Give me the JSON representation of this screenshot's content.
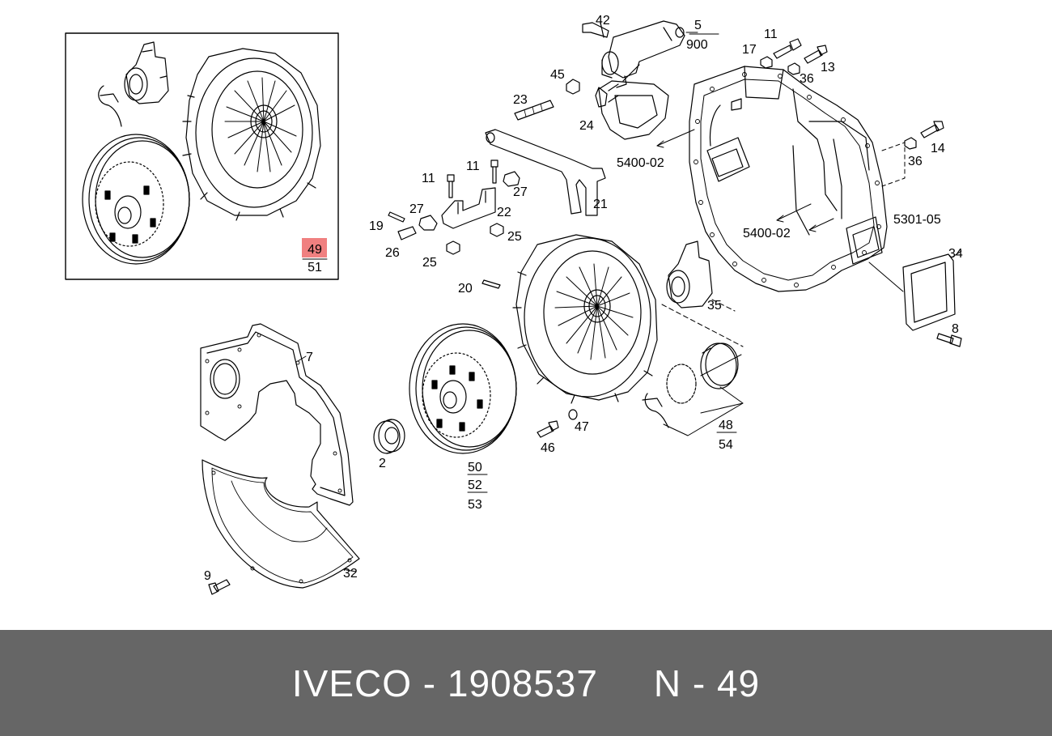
{
  "colors": {
    "highlight": "#f08080",
    "footer_bg": "#666666",
    "footer_text": "#ffffff",
    "line": "#000000"
  },
  "callouts": {
    "c49": "49",
    "c51": "51",
    "c42": "42",
    "c5": "5",
    "c900": "900",
    "c45": "45",
    "c23": "23",
    "c24": "24",
    "c5400a": "5400-02",
    "c5400b": "5400-02",
    "c11a": "11",
    "c11b": "11",
    "c11c": "11",
    "c27a": "27",
    "c27b": "27",
    "c22": "22",
    "c21": "21",
    "c19": "19",
    "c26": "26",
    "c25a": "25",
    "c25b": "25",
    "c20": "20",
    "c17": "17",
    "c13": "13",
    "c36a": "36",
    "c36b": "36",
    "c14": "14",
    "c5301": "5301-05",
    "c34": "34",
    "c35": "35",
    "c8": "8",
    "c7": "7",
    "c2": "2",
    "c50": "50",
    "c52": "52",
    "c53": "53",
    "c46": "46",
    "c47": "47",
    "c48": "48",
    "c54": "54",
    "c9": "9",
    "c32": "32"
  },
  "footer": {
    "caption": "IVECO - 1908537     N - 49"
  }
}
